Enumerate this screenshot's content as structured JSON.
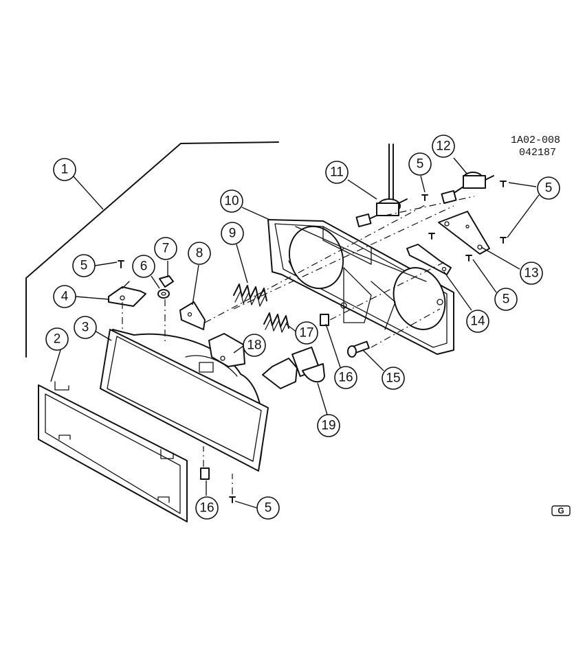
{
  "figure": {
    "code_line1": "1A02-008",
    "code_line2": "042187",
    "logo_mark": "G"
  },
  "callouts": [
    {
      "id": "c1",
      "label": "1"
    },
    {
      "id": "c2",
      "label": "2"
    },
    {
      "id": "c3",
      "label": "3"
    },
    {
      "id": "c4",
      "label": "4"
    },
    {
      "id": "c5a",
      "label": "5"
    },
    {
      "id": "c6",
      "label": "6"
    },
    {
      "id": "c7",
      "label": "7"
    },
    {
      "id": "c8",
      "label": "8"
    },
    {
      "id": "c9",
      "label": "9"
    },
    {
      "id": "c10",
      "label": "10"
    },
    {
      "id": "c11",
      "label": "11"
    },
    {
      "id": "c5b",
      "label": "5"
    },
    {
      "id": "c12",
      "label": "12"
    },
    {
      "id": "c5c",
      "label": "5"
    },
    {
      "id": "c13",
      "label": "13"
    },
    {
      "id": "c5d",
      "label": "5"
    },
    {
      "id": "c14",
      "label": "14"
    },
    {
      "id": "c15",
      "label": "15"
    },
    {
      "id": "c16a",
      "label": "16"
    },
    {
      "id": "c17",
      "label": "17"
    },
    {
      "id": "c18",
      "label": "18"
    },
    {
      "id": "c19",
      "label": "19"
    },
    {
      "id": "c16b",
      "label": "16"
    },
    {
      "id": "c5e",
      "label": "5"
    }
  ]
}
